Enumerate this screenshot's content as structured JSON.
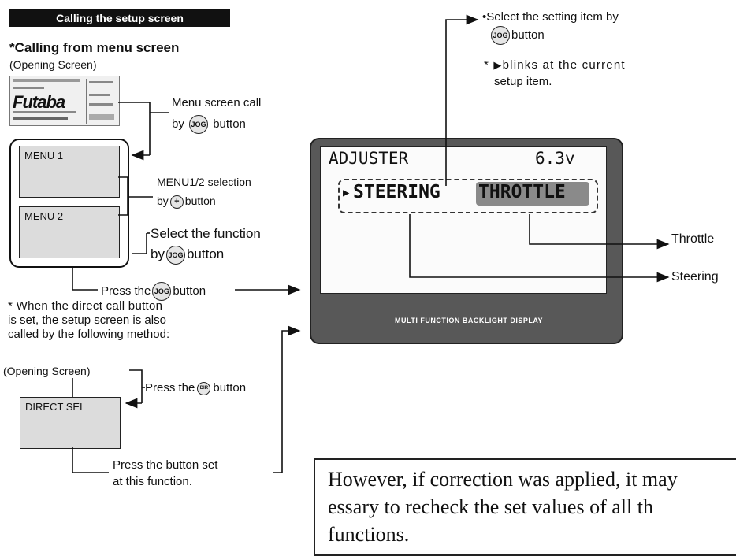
{
  "header": {
    "title": "Calling the setup screen"
  },
  "menu_section": {
    "subtitle": "*Calling from menu screen",
    "opening_label": "(Opening Screen)",
    "thumb_logo": "Futaba",
    "menu_call_line1": "Menu screen call",
    "menu_call_by": "by",
    "menu_call_after": "button",
    "menu1": "MENU 1",
    "menu2": "MENU 2",
    "sel_line1": "MENU1/2 selection",
    "sel_by": "by",
    "sel_after": "button",
    "func_line1": "Select the function",
    "func_by": "by",
    "func_after": "button",
    "press_before": "Press the",
    "press_after": "button"
  },
  "direct_section": {
    "note_lines": [
      "* When the direct call button",
      "is set, the setup screen is also",
      "called by the following method:"
    ],
    "opening_label": "(Opening Screen)",
    "press_before": "Press the",
    "press_after": "button",
    "box_label": "DIRECT SEL",
    "set_line1": "Press the button set",
    "set_line2": "at this function."
  },
  "buttons": {
    "jog": "JOG",
    "plus": "+",
    "dir": "DIR"
  },
  "display": {
    "title": "ADJUSTER",
    "voltage": "6.3v",
    "item1": "STEERING",
    "item2": "THROTTLE",
    "cursor": "▶",
    "footer": "MULTI FUNCTION BACKLIGHT DISPLAY"
  },
  "annotations": {
    "select_line1": "•Select the setting item by",
    "select_after": "button",
    "blink_star": "*",
    "blink_text": "blinks at the current",
    "blink_line2": "setup item.",
    "throttle": "Throttle",
    "steering": "Steering"
  },
  "paper_text": {
    "line1": "However, if correction was applied, it may",
    "line2": "essary to recheck the set values of all th",
    "line3": "functions."
  }
}
